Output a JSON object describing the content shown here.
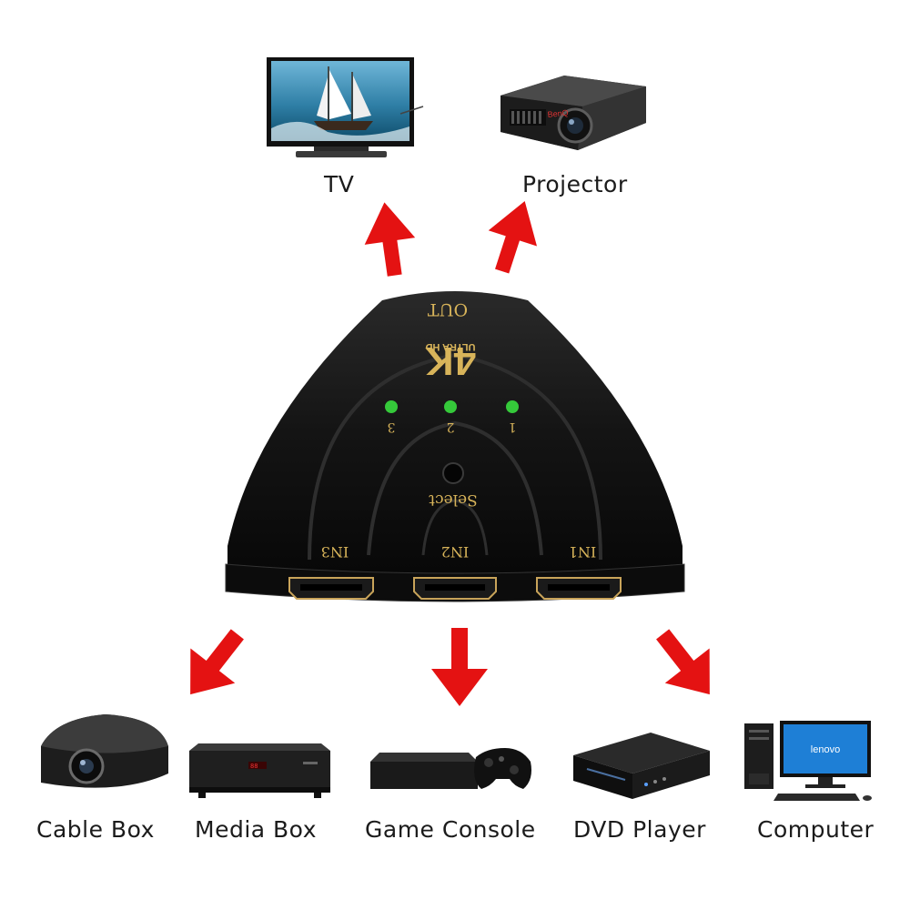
{
  "outputs": [
    {
      "id": "tv",
      "label": "TV"
    },
    {
      "id": "projector",
      "label": "Projector"
    }
  ],
  "inputs": [
    {
      "id": "cable-box",
      "label": "Cable Box"
    },
    {
      "id": "media-box",
      "label": "Media Box"
    },
    {
      "id": "game-console",
      "label": "Game Console"
    },
    {
      "id": "dvd-player",
      "label": "DVD Player"
    },
    {
      "id": "computer",
      "label": "Computer"
    }
  ],
  "switch": {
    "out_label": "OUT",
    "badge_big": "4K",
    "badge_small": "ULTRA HD",
    "leds": [
      "3",
      "2",
      "1"
    ],
    "select_label": "Select",
    "ports": [
      "IN3",
      "IN2",
      "IN1"
    ]
  },
  "projector_brand": "BenQ",
  "monitor_brand": "lenovo",
  "colors": {
    "arrow": "#e41212",
    "switch_body": "#151515",
    "gold_text": "#d8b45a",
    "led": "#35c93a"
  }
}
